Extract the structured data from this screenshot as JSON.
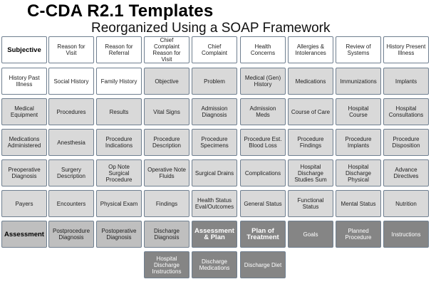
{
  "title": "C-CDA R2.1 Templates",
  "subtitle": "Reorganized Using a SOAP Framework",
  "colors": {
    "white": "#ffffff",
    "light_gray": "#d9d9d9",
    "mid_gray": "#bfbfbf",
    "dark_gray": "#858585",
    "border": "#6f7f90"
  },
  "rows": [
    [
      {
        "label": "Subjective",
        "tone": "white",
        "head": true
      },
      {
        "label": "Reason for Visit",
        "tone": "white"
      },
      {
        "label": "Reason for Referral",
        "tone": "white"
      },
      {
        "label": "Chief Complaint Reason for Visit",
        "tone": "white"
      },
      {
        "label": "Chief Complaint",
        "tone": "white"
      },
      {
        "label": "Health Concerns",
        "tone": "white"
      },
      {
        "label": "Allergies & Intolerances",
        "tone": "white"
      },
      {
        "label": "Review of Systems",
        "tone": "white"
      },
      {
        "label": "History Present Illness",
        "tone": "white"
      }
    ],
    [
      {
        "label": "History Past Illness",
        "tone": "white"
      },
      {
        "label": "Social History",
        "tone": "white"
      },
      {
        "label": "Family History",
        "tone": "white"
      },
      {
        "label": "Objective",
        "tone": "light",
        "head": true
      },
      {
        "label": "Problem",
        "tone": "light"
      },
      {
        "label": "Medical (Gen) History",
        "tone": "light"
      },
      {
        "label": "Medications",
        "tone": "light"
      },
      {
        "label": "Immunizations",
        "tone": "light"
      },
      {
        "label": "Implants",
        "tone": "light"
      }
    ],
    [
      {
        "label": "Medical Equipment",
        "tone": "light"
      },
      {
        "label": "Procedures",
        "tone": "light"
      },
      {
        "label": "Results",
        "tone": "light"
      },
      {
        "label": "Vital Signs",
        "tone": "light"
      },
      {
        "label": "Admission Diagnosis",
        "tone": "light"
      },
      {
        "label": "Admission Meds",
        "tone": "light"
      },
      {
        "label": "Course of Care",
        "tone": "light"
      },
      {
        "label": "Hospital Course",
        "tone": "light"
      },
      {
        "label": "Hospital Consultations",
        "tone": "light"
      }
    ],
    [
      {
        "label": "Medications Administered",
        "tone": "light"
      },
      {
        "label": "Anesthesia",
        "tone": "light"
      },
      {
        "label": "Procedure Indications",
        "tone": "light"
      },
      {
        "label": "Procedure Description",
        "tone": "light"
      },
      {
        "label": "Procedure Specimens",
        "tone": "light"
      },
      {
        "label": "Procedure Est. Blood Loss",
        "tone": "light"
      },
      {
        "label": "Procedure Findings",
        "tone": "light"
      },
      {
        "label": "Procedure Implants",
        "tone": "light"
      },
      {
        "label": "Procedure Disposition",
        "tone": "light"
      }
    ],
    [
      {
        "label": "Preoperative Diagnosis",
        "tone": "light"
      },
      {
        "label": "Surgery Description",
        "tone": "light"
      },
      {
        "label": "Op Note Surgical Procedure",
        "tone": "light"
      },
      {
        "label": "Operative Note Fluids",
        "tone": "light"
      },
      {
        "label": "Surgical Drains",
        "tone": "light"
      },
      {
        "label": "Complications",
        "tone": "light"
      },
      {
        "label": "Hospital Discharge Studies Sum",
        "tone": "light"
      },
      {
        "label": "Hospital Discharge Physical",
        "tone": "light"
      },
      {
        "label": "Advance Directives",
        "tone": "light"
      }
    ],
    [
      {
        "label": "Payers",
        "tone": "light"
      },
      {
        "label": "Encounters",
        "tone": "light"
      },
      {
        "label": "Physical Exam",
        "tone": "light"
      },
      {
        "label": "Findings",
        "tone": "light"
      },
      {
        "label": "Health Status Eval/Outcomes",
        "tone": "light"
      },
      {
        "label": "General Status",
        "tone": "light"
      },
      {
        "label": "Functional Status",
        "tone": "light"
      },
      {
        "label": "Mental Status",
        "tone": "light"
      },
      {
        "label": "Nutrition",
        "tone": "light"
      }
    ],
    [
      {
        "label": "Assessment",
        "tone": "gray",
        "head": true
      },
      {
        "label": "Postprocedure Diagnosis",
        "tone": "gray"
      },
      {
        "label": "Postoperative Diagnosis",
        "tone": "gray"
      },
      {
        "label": "Discharge Diagnosis",
        "tone": "gray"
      },
      {
        "label": "Assessment & Plan",
        "tone": "dark",
        "head": true
      },
      {
        "label": "Plan of Treatment",
        "tone": "dark",
        "head": true
      },
      {
        "label": "Goals",
        "tone": "dark"
      },
      {
        "label": "Planned Procedure",
        "tone": "dark"
      },
      {
        "label": "Instructions",
        "tone": "dark"
      }
    ],
    [
      null,
      null,
      null,
      {
        "label": "Hospital Discharge Instructions",
        "tone": "dark"
      },
      {
        "label": "Discharge Medications",
        "tone": "dark"
      },
      {
        "label": "Discharge Diet",
        "tone": "dark"
      }
    ]
  ]
}
